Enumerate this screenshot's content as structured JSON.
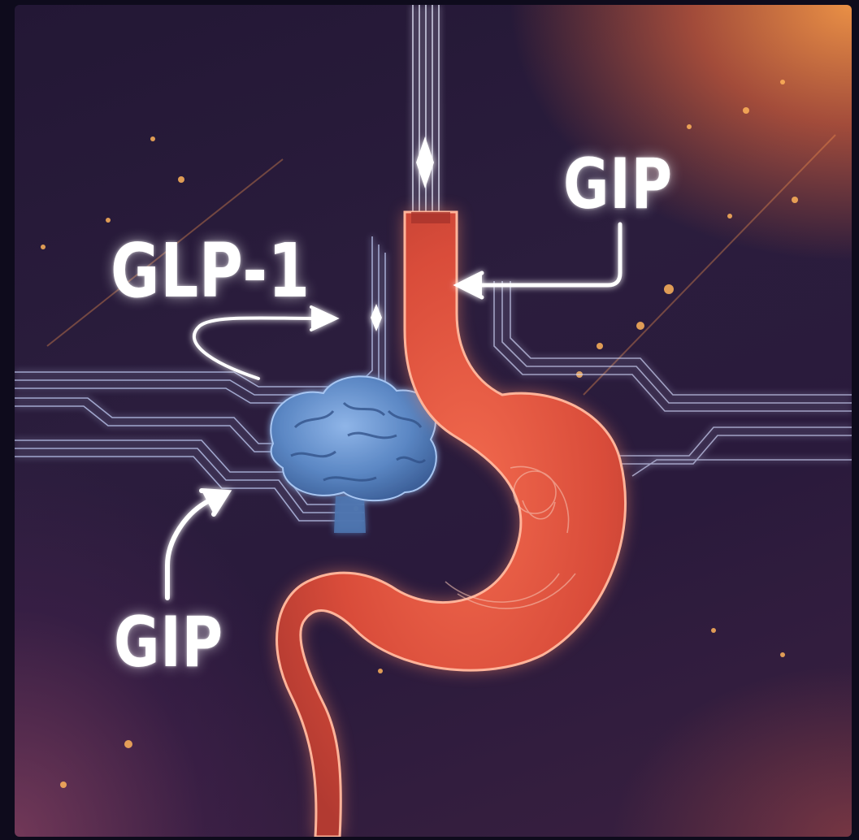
{
  "labels": {
    "glp1": "GLP-1",
    "gip_top": "GIP",
    "gip_bottom": "GIP"
  },
  "illustration": {
    "subjects": [
      "stomach",
      "brain",
      "esophagus",
      "circuit-lines",
      "arrows"
    ],
    "colors": {
      "stomach": "#e8573f",
      "brain": "#5f8fcf",
      "accent_glow": "#f6a25a",
      "lines": "#c9d6ff",
      "background_dark": "#231735"
    }
  }
}
